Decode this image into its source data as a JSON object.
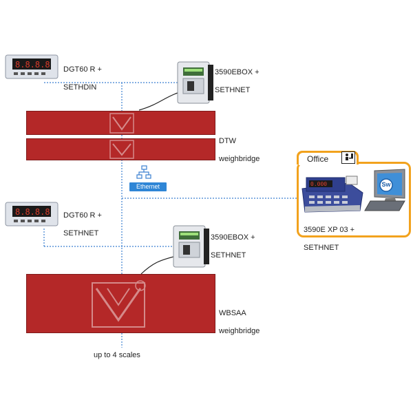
{
  "devices": {
    "dgt60_top": {
      "line1": "DGT60 R +",
      "line2": "SETHDIN"
    },
    "dgt60_mid": {
      "line1": "DGT60 R +",
      "line2": "SETHNET"
    },
    "ebox_top": {
      "line1": "3590EBOX +",
      "line2": "SETHNET"
    },
    "ebox_mid": {
      "line1": "3590EBOX +",
      "line2": "SETHNET"
    },
    "office_terminal": {
      "line1": "3590E XP 03 +",
      "line2": "SETHNET"
    }
  },
  "weighbridges": {
    "dtw": {
      "line1": "DTW",
      "line2": "weighbridge"
    },
    "wbsaa": {
      "line1": "WBSAA",
      "line2": "weighbridge"
    }
  },
  "network": {
    "ethernet_label": "Ethernet"
  },
  "office": {
    "title": "Office",
    "software_badge": "Sw"
  },
  "footer": {
    "scales_note": "up to 4 scales"
  },
  "colors": {
    "weighbridge_red": "#b42828",
    "link_blue": "#2f86d6",
    "office_orange": "#f2a21d"
  }
}
